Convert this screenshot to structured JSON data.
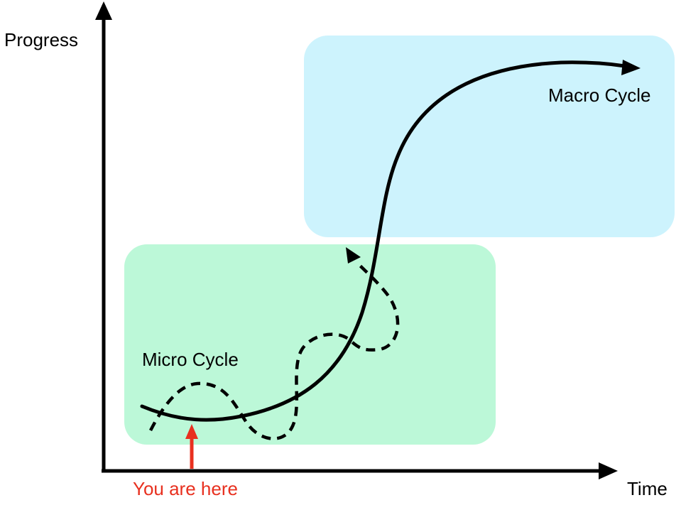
{
  "axes": {
    "y_label": "Progress",
    "x_label": "Time"
  },
  "regions": {
    "macro": {
      "label": "Macro Cycle",
      "color": "#cdf3fd"
    },
    "micro": {
      "label": "Micro Cycle",
      "color": "#bcf8d8"
    }
  },
  "marker": {
    "label": "You are here",
    "color": "#e8301f"
  }
}
